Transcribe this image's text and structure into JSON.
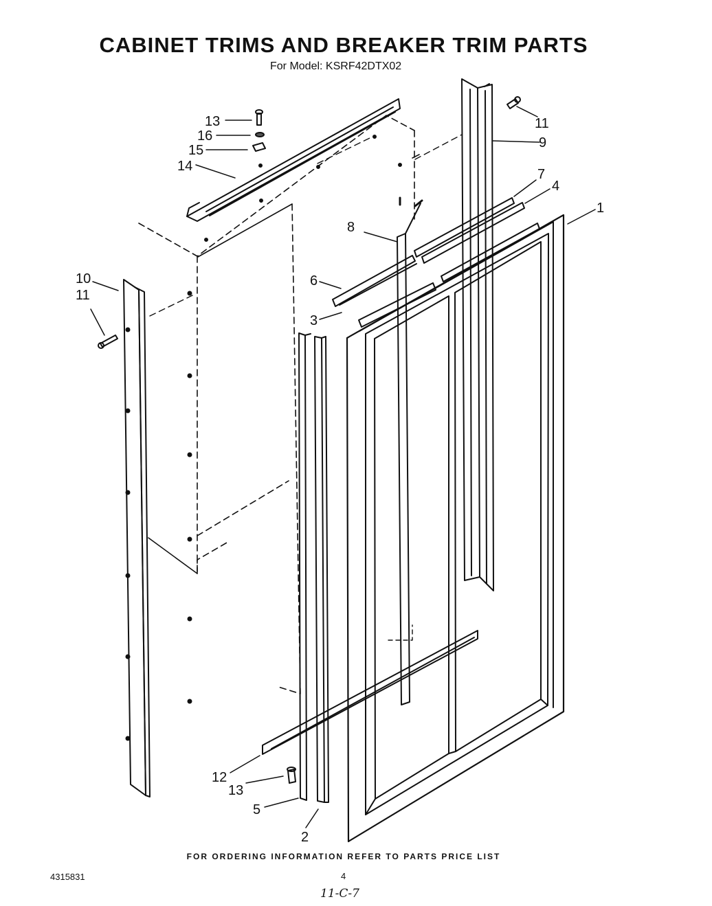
{
  "header": {
    "title": "CABINET TRIMS AND BREAKER TRIM PARTS",
    "subtitle": "For Model: KSRF42DTX02"
  },
  "callouts": {
    "c1": "1",
    "c2": "2",
    "c3": "3",
    "c4": "4",
    "c5": "5",
    "c6": "6",
    "c7": "7",
    "c8": "8",
    "c9": "9",
    "c10": "10",
    "c11a": "11",
    "c11b": "11",
    "c12": "12",
    "c13a": "13",
    "c13b": "13",
    "c14": "14",
    "c15": "15",
    "c16": "16"
  },
  "footer": {
    "note": "FOR ORDERING INFORMATION REFER TO PARTS PRICE LIST",
    "doc_number": "4315831",
    "page_number": "4",
    "handwritten": "11-C-7"
  }
}
